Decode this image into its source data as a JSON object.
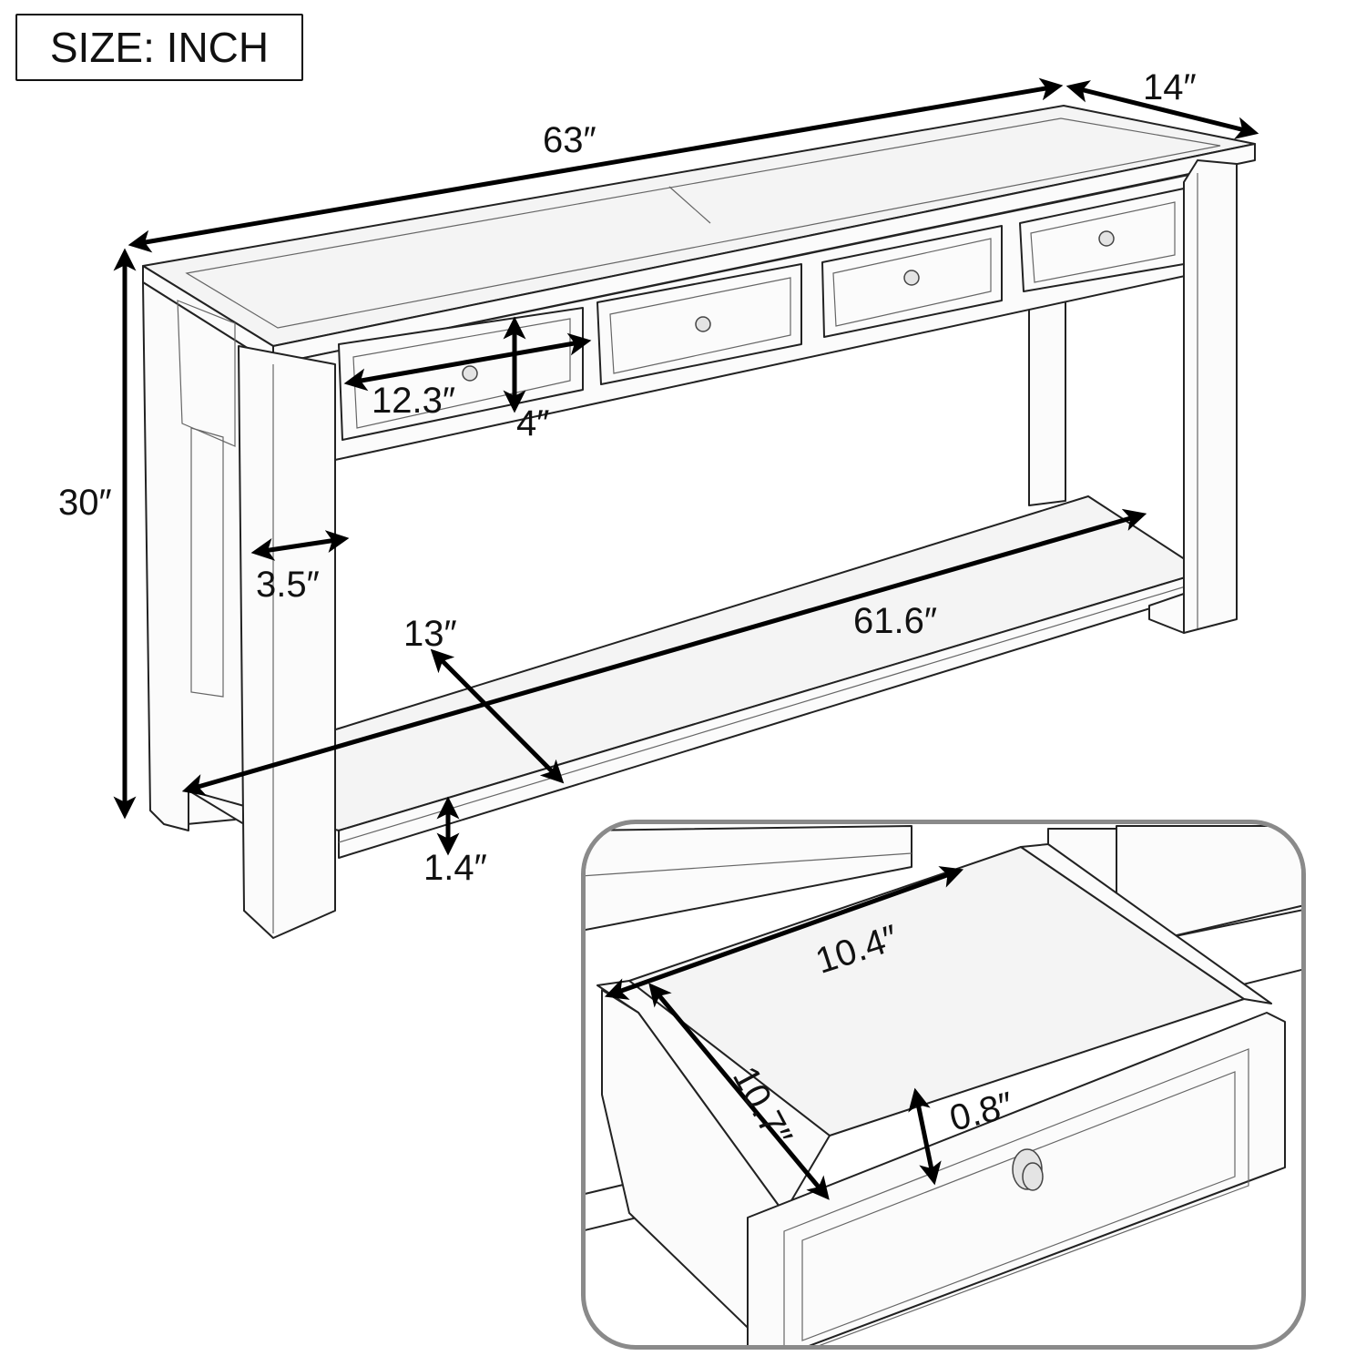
{
  "header": {
    "size_unit_label": "SIZE: INCH"
  },
  "product": {
    "type": "console table with 4 drawers and bottom shelf",
    "drawer_count": 4
  },
  "dimensions": {
    "overall_length": "63″",
    "overall_depth": "14″",
    "overall_height": "30″",
    "drawer_front_width": "12.3″",
    "drawer_front_height": "4″",
    "leg_width": "3.5″",
    "shelf_depth": "13″",
    "shelf_length": "61.6″",
    "shelf_thickness": "1.4″"
  },
  "inset": {
    "description": "open drawer detail",
    "drawer_inner_width": "10.4″",
    "drawer_inner_depth": "10.7″",
    "drawer_inner_height": "0.8″"
  },
  "colors": {
    "line": "#222222",
    "arrow": "#000000",
    "inset_border": "#8a8a8a",
    "background": "#ffffff"
  }
}
